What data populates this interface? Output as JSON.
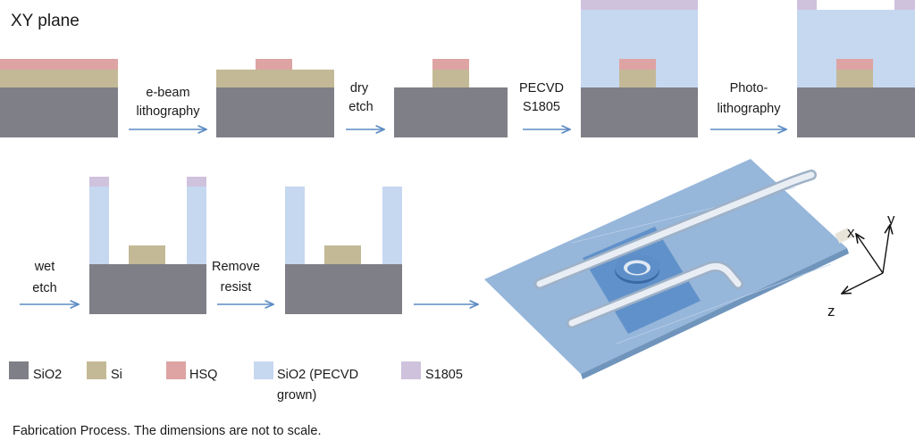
{
  "title": "XY plane",
  "colors": {
    "sio2": "#7f7f87",
    "si": "#c4b996",
    "hsq": "#dea3a3",
    "pecvd": "#c6d7f0",
    "s1805": "#cfc2dd",
    "arrow": "#5b8bc4",
    "chip": "#7fa6d2",
    "ring": "#3f7ac0"
  },
  "steps": [
    {
      "lines": [
        "e-beam",
        "lithography"
      ]
    },
    {
      "lines": [
        "dry",
        "etch"
      ]
    },
    {
      "lines": [
        "PECVD",
        "S1805"
      ]
    },
    {
      "lines": [
        "Photo-",
        "lithography"
      ]
    },
    {
      "lines": [
        "wet",
        "etch"
      ]
    },
    {
      "lines": [
        "Remove",
        "resist"
      ]
    }
  ],
  "legend": [
    {
      "label": "SiO2",
      "color": "sio2"
    },
    {
      "label": "Si",
      "color": "si"
    },
    {
      "label": "HSQ",
      "color": "hsq"
    },
    {
      "label": "SiO2 (PECVD",
      "label2": "grown)",
      "color": "pecvd"
    },
    {
      "label": "S1805",
      "color": "s1805"
    }
  ],
  "axes": {
    "x": "x",
    "y": "y",
    "z": "z"
  },
  "caption": "Fabrication Process.  The dimensions are not to scale."
}
